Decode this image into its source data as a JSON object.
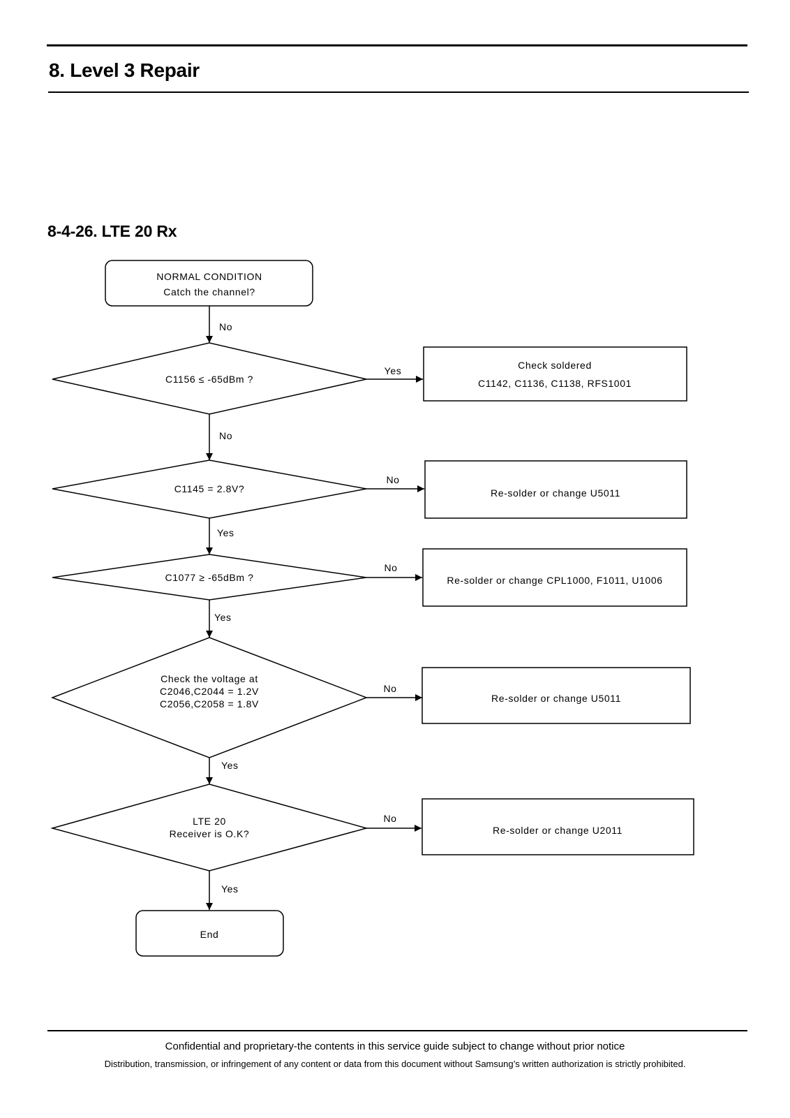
{
  "document": {
    "chapter_title": "8. Level 3 Repair",
    "section_title": "8-4-26. LTE 20 Rx"
  },
  "flowchart": {
    "start": {
      "lines": [
        "NORMAL CONDITION",
        "Catch the channel?"
      ],
      "down_label": "No"
    },
    "decisions": [
      {
        "lines": [
          "C1156 ≤ -65dBm ?"
        ],
        "right_label": "Yes",
        "action_lines": [
          "Check soldered",
          "C1142, C1136, C1138, RFS1001"
        ],
        "down_label": "No"
      },
      {
        "lines": [
          "C1145 = 2.8V?"
        ],
        "right_label": "No",
        "action_lines": [
          "Re-solder or change U5011"
        ],
        "down_label": "Yes"
      },
      {
        "lines": [
          "C1077 ≥ -65dBm ?"
        ],
        "right_label": "No",
        "action_lines": [
          "Re-solder or change CPL1000, F1011, U1006"
        ],
        "down_label": "Yes"
      },
      {
        "lines": [
          "Check the voltage at",
          "C2046,C2044 = 1.2V",
          "C2056,C2058 = 1.8V"
        ],
        "right_label": "No",
        "action_lines": [
          "Re-solder or change U5011"
        ],
        "down_label": "Yes"
      },
      {
        "lines": [
          "LTE 20",
          "Receiver is O.K?"
        ],
        "right_label": "No",
        "action_lines": [
          "Re-solder or change U2011"
        ],
        "down_label": "Yes"
      }
    ],
    "end": {
      "label": "End"
    }
  },
  "footer": {
    "notice": "Confidential and proprietary-the contents in this service guide subject to change without prior notice",
    "disclaimer": "Distribution, transmission, or infringement of any content or data from this document without Samsung’s written authorization is strictly prohibited."
  }
}
